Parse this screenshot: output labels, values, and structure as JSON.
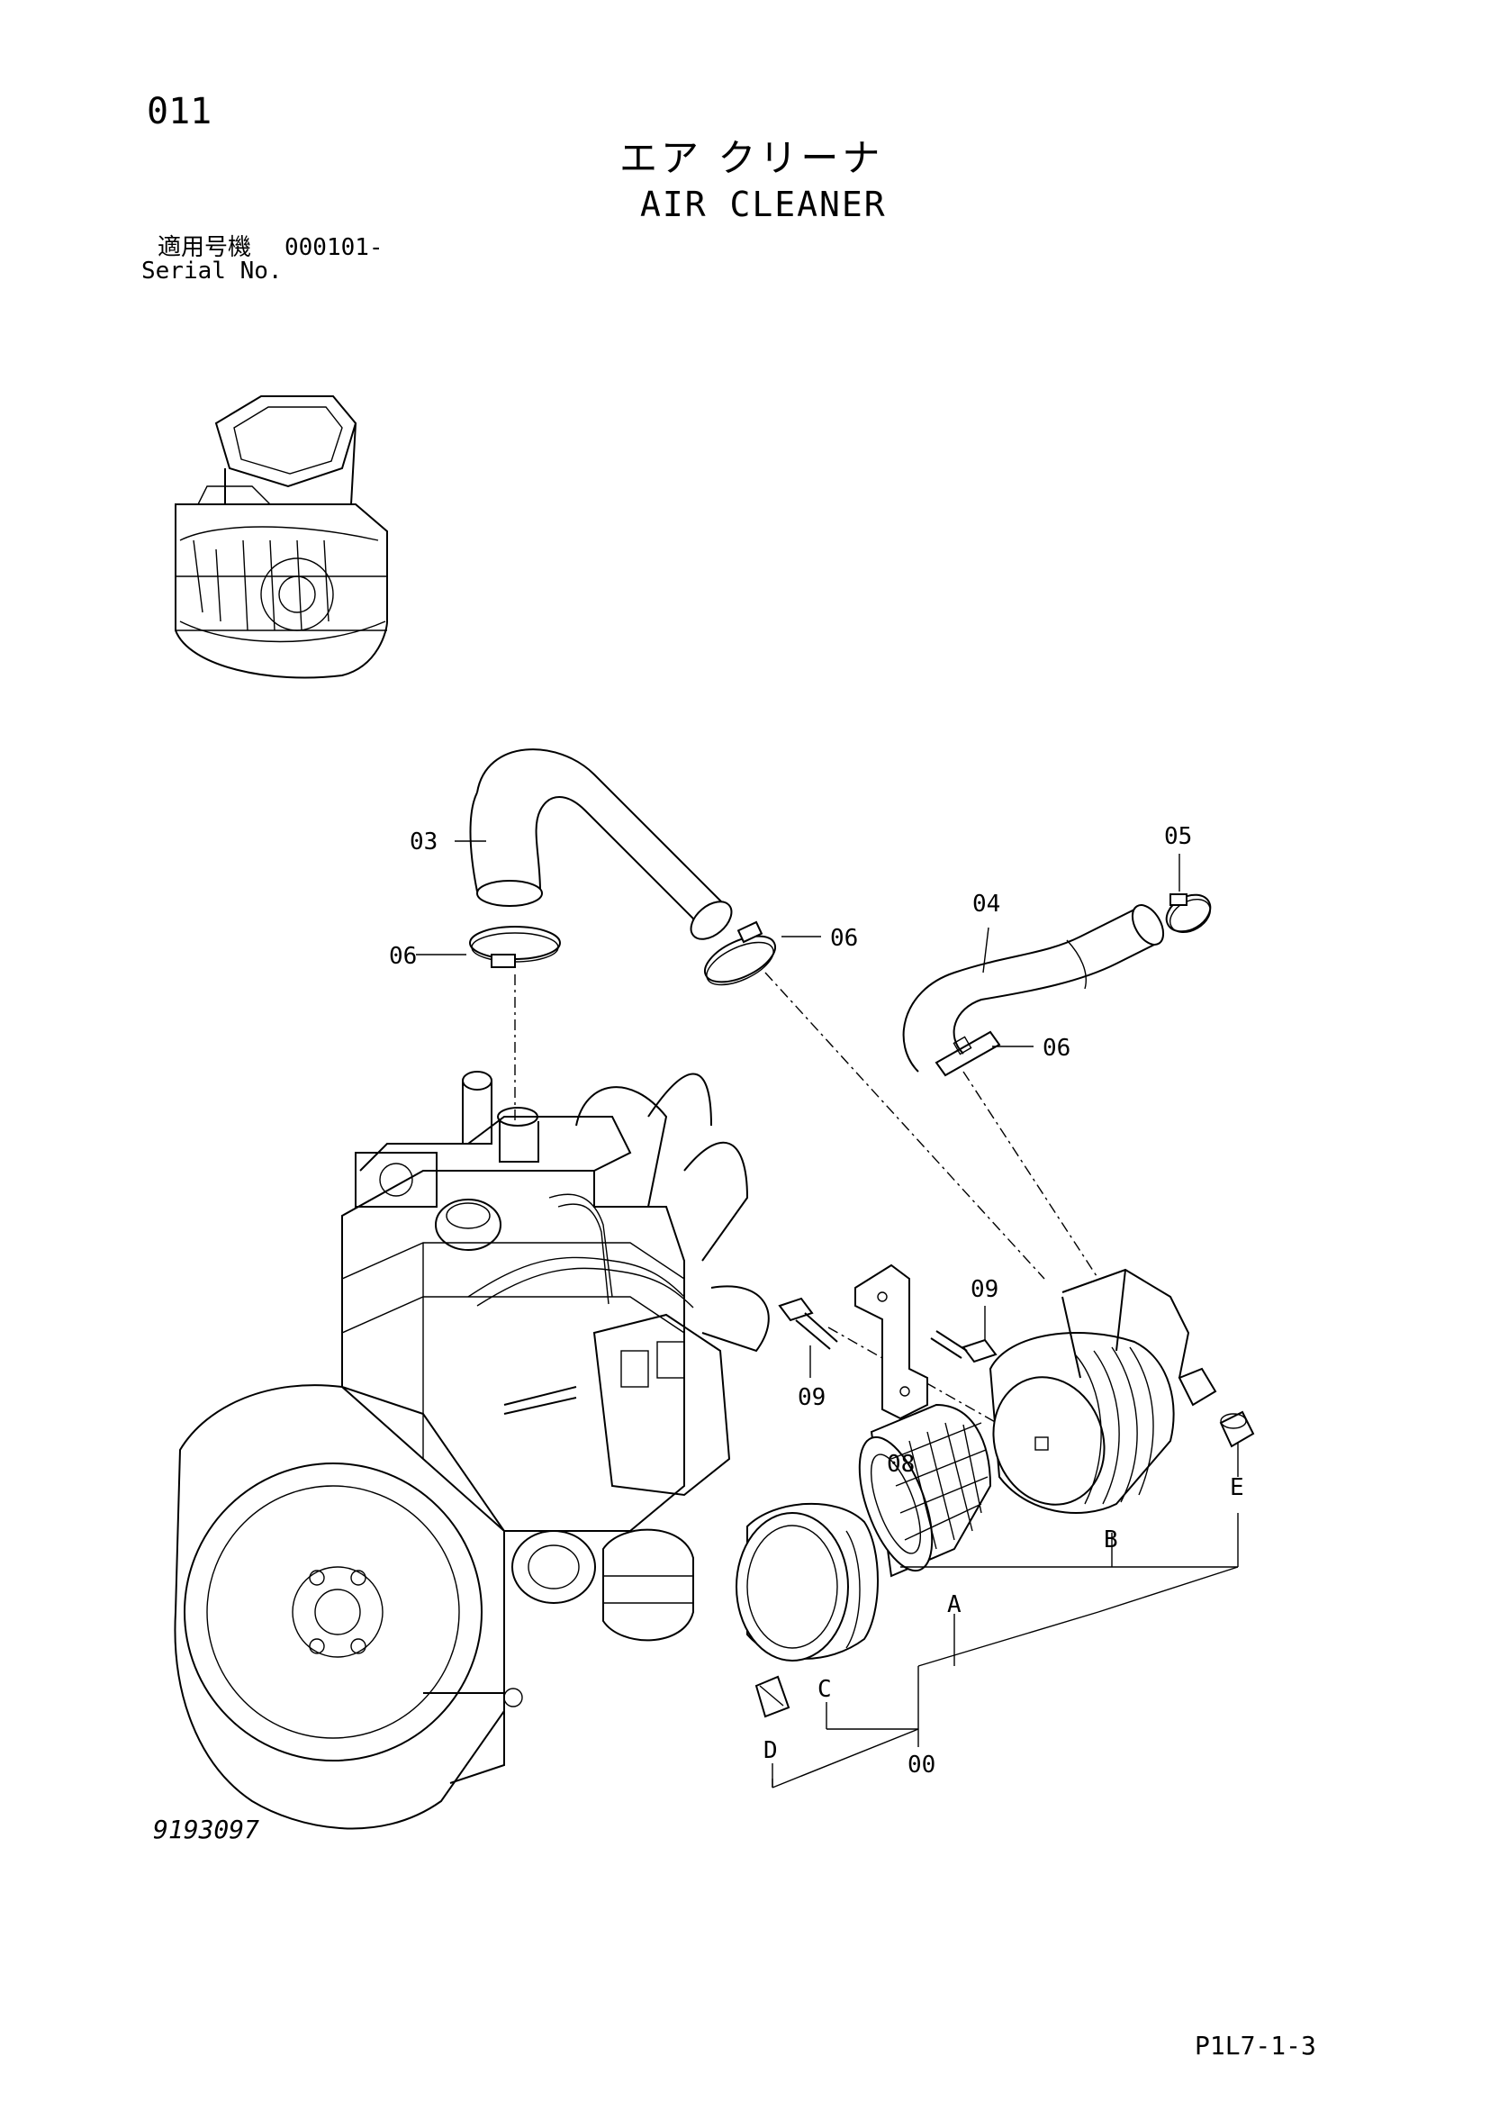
{
  "header": {
    "page_number": "011",
    "title_jp": "エア クリーナ",
    "title_en": "AIR CLEANER",
    "serial_label_jp": "適用号機",
    "serial_value": "000101-",
    "serial_label_en": "Serial No."
  },
  "footer": {
    "drawing_number": "9193097",
    "sheet_code": "P1L7-1-3"
  },
  "callouts": {
    "part_03": "03",
    "part_06_top_left": "06",
    "part_06_top_mid": "06",
    "part_05": "05",
    "part_04": "04",
    "part_06_right": "06",
    "part_09_right": "09",
    "part_09_left": "09",
    "part_08": "08",
    "part_E": "E",
    "part_B": "B",
    "part_A": "A",
    "part_C": "C",
    "part_D": "D",
    "part_00": "00"
  }
}
